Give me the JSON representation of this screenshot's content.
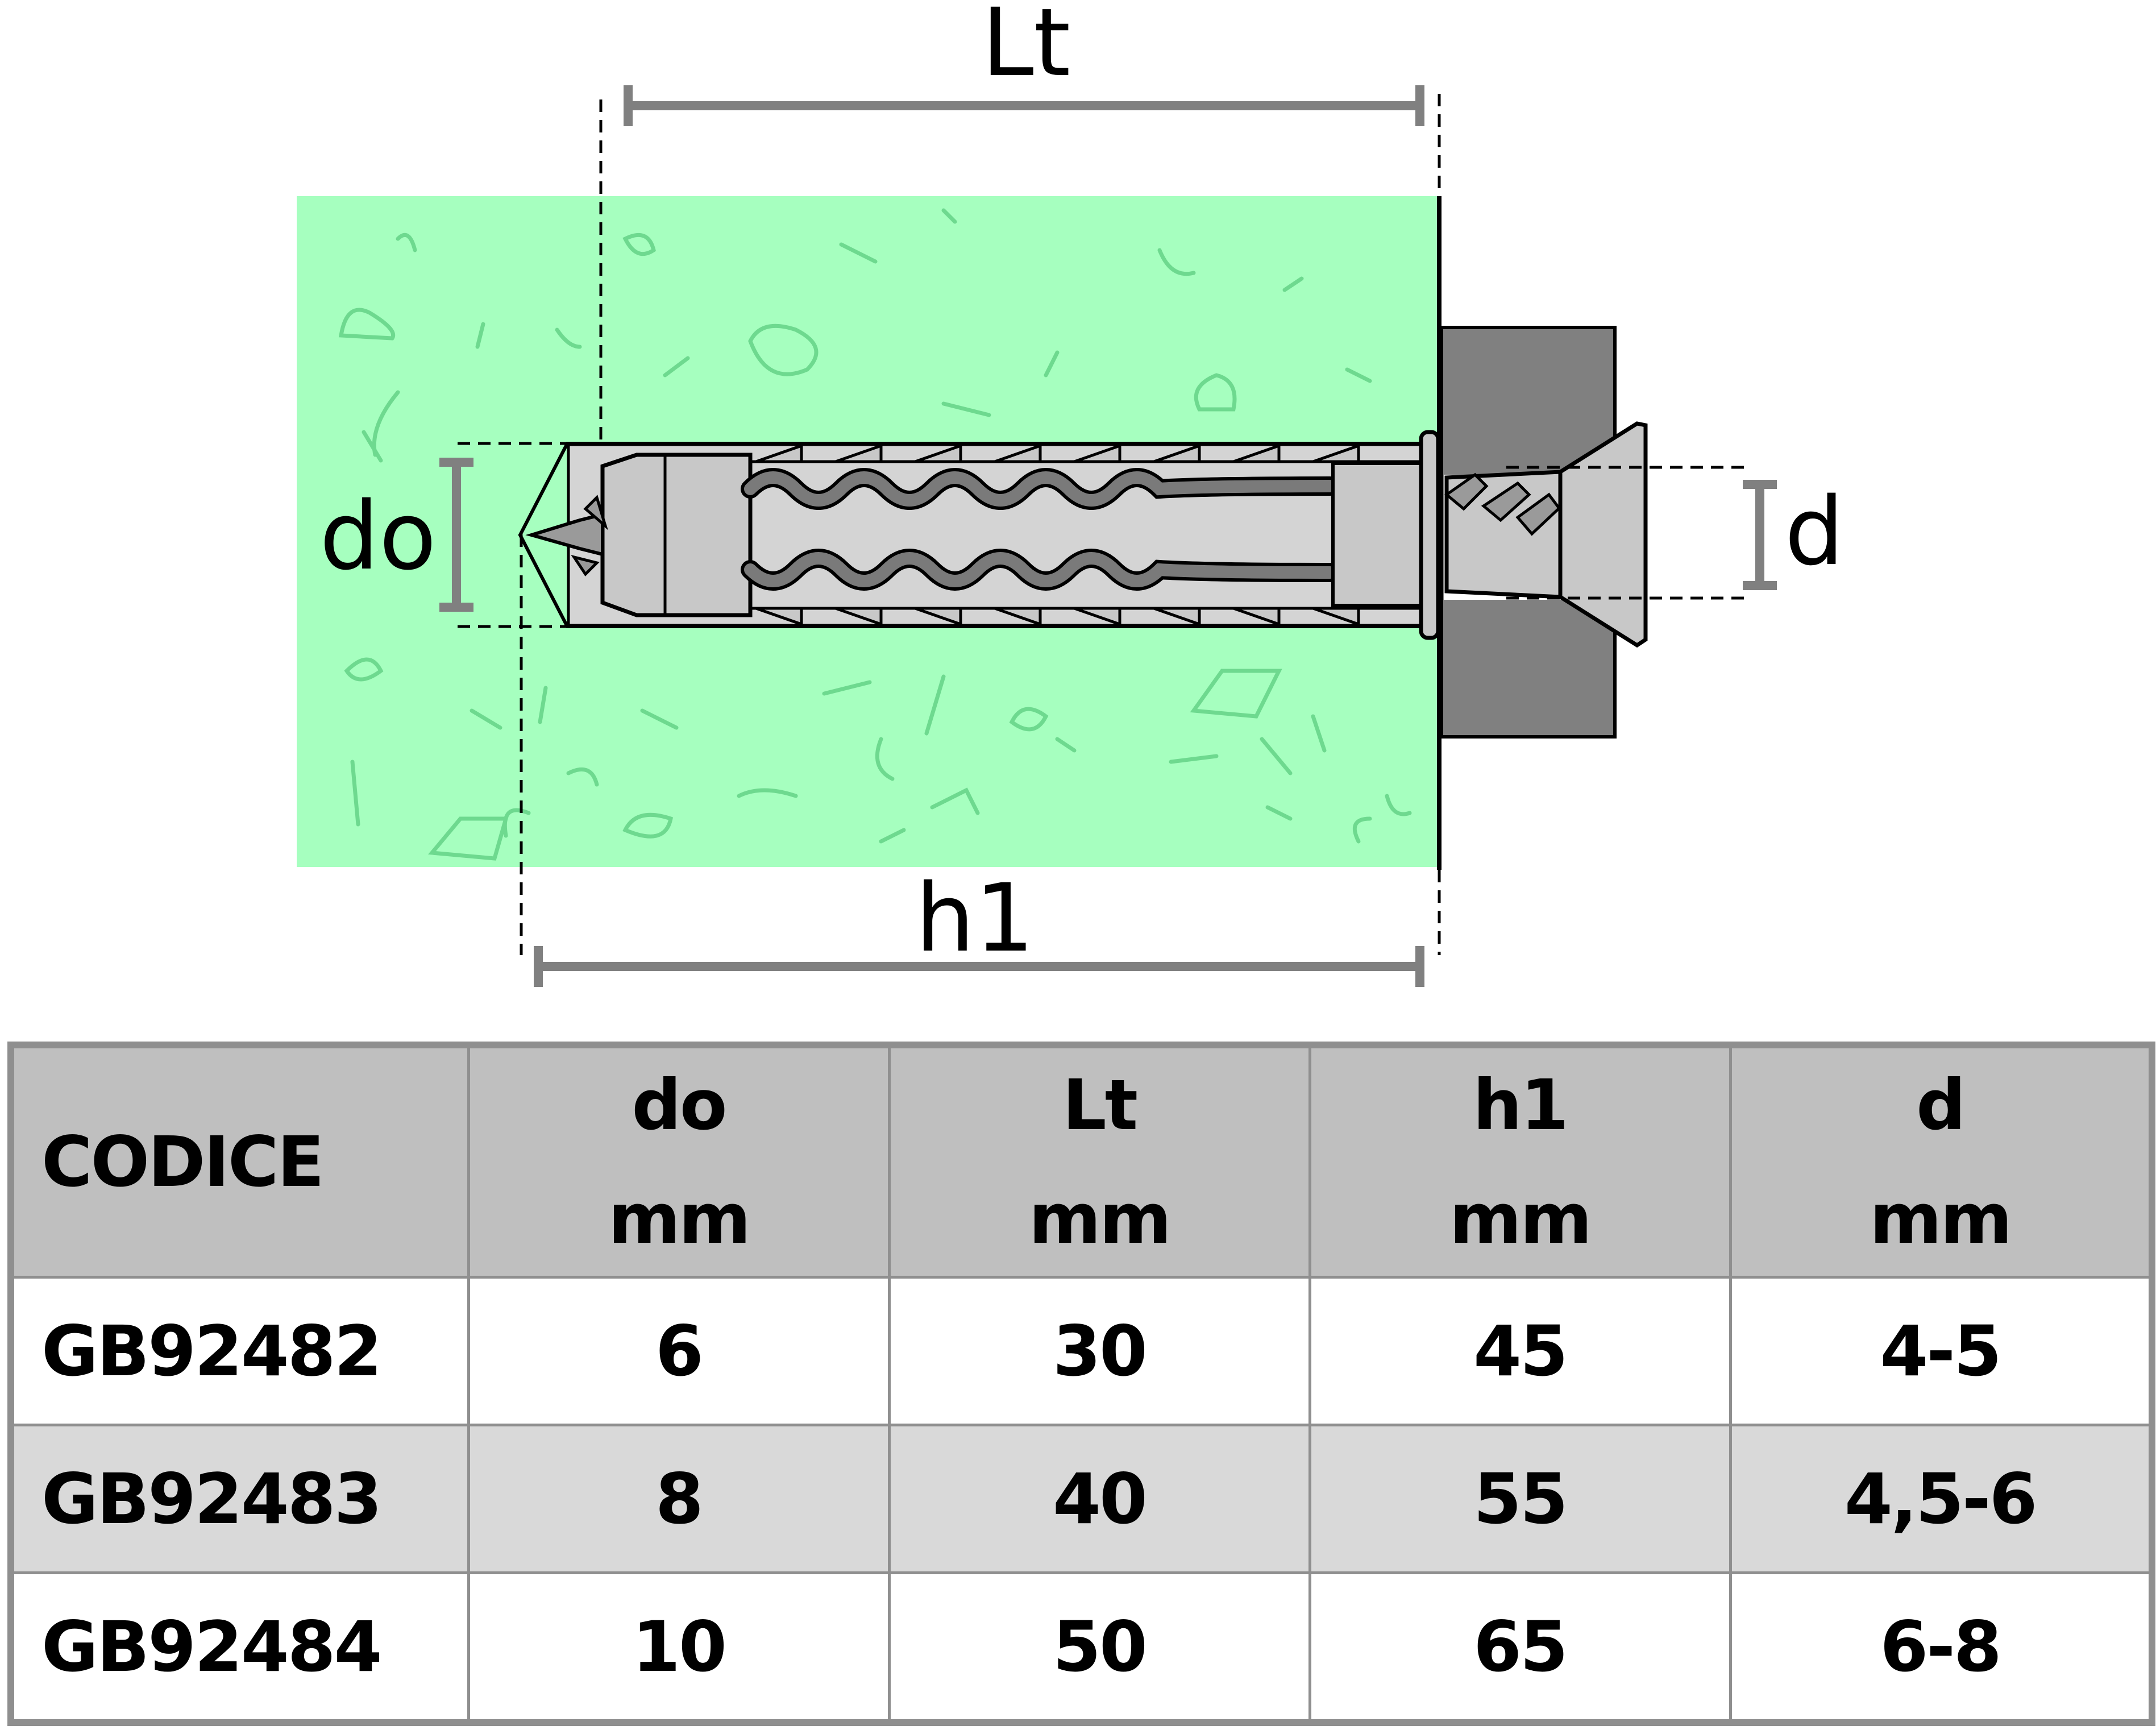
{
  "colors": {
    "wall": "#a6ffbf",
    "wall_marks": "#6ed98f",
    "fixture": "#808080",
    "anchor_body": "#c8c8c8",
    "dimension_bar": "#808080",
    "header_bg": "#bfbfbf",
    "row_alt_bg": "#d9d9d9",
    "grid": "#8f8f8f"
  },
  "diagram": {
    "labels": {
      "Lt": "Lt",
      "do": "do",
      "d": "d",
      "h1": "h1"
    }
  },
  "table": {
    "headers": [
      {
        "line1": "CODICE",
        "line2": ""
      },
      {
        "line1": "do",
        "line2": "mm"
      },
      {
        "line1": "Lt",
        "line2": "mm"
      },
      {
        "line1": "h1",
        "line2": "mm"
      },
      {
        "line1": "d",
        "line2": "mm"
      }
    ],
    "rows": [
      {
        "codice": "GB92482",
        "do": "6",
        "Lt": "30",
        "h1": "45",
        "d": "4-5"
      },
      {
        "codice": "GB92483",
        "do": "8",
        "Lt": "40",
        "h1": "55",
        "d": "4,5-6"
      },
      {
        "codice": "GB92484",
        "do": "10",
        "Lt": "50",
        "h1": "65",
        "d": "6-8"
      }
    ]
  }
}
